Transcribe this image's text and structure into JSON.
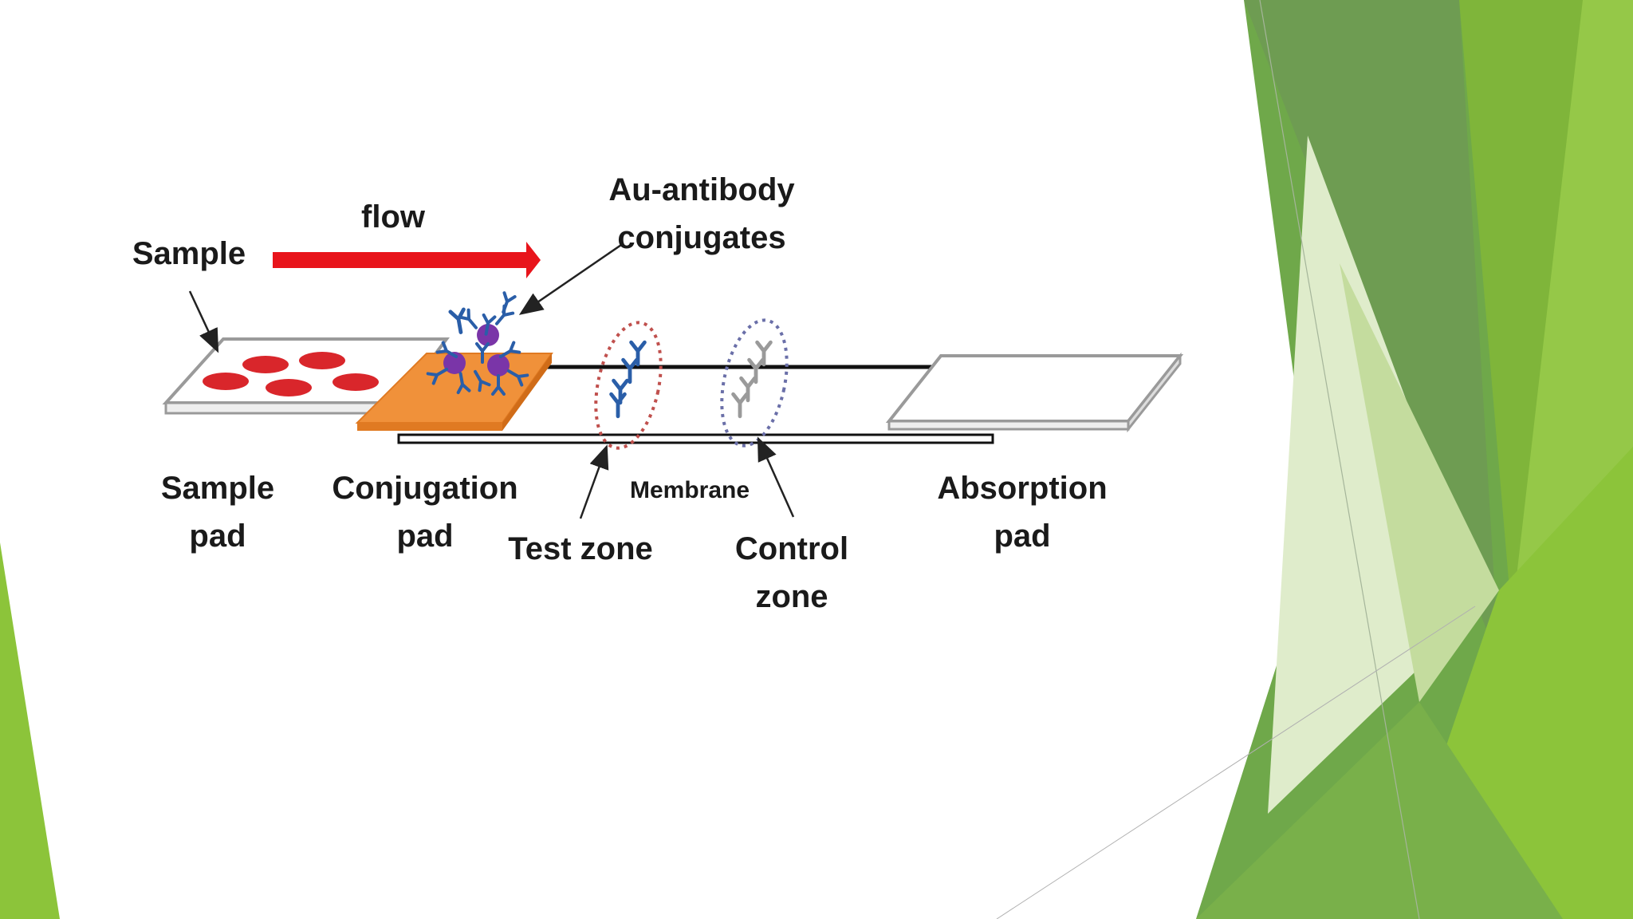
{
  "diagram": {
    "labels": {
      "sample": "Sample",
      "flow": "flow",
      "au_antibody": "Au-antibody\nconjugates",
      "sample_pad": "Sample\npad",
      "conjugation_pad": "Conjugation\npad",
      "membrane": "Membrane",
      "test_zone": "Test zone",
      "control_zone": "Control\nzone",
      "absorption_pad": "Absorption\npad"
    },
    "colors": {
      "flow_arrow": "#e8141b",
      "sample_particles": "#d9262b",
      "conjugation_pad": "#f0913a",
      "antibody": "#2a5ea8",
      "gold_particle": "#7a35a8",
      "test_ring": "#c0504d",
      "control_ring": "#6a6fa8"
    }
  },
  "theme": {
    "accent_dark": "#5a9a38",
    "accent_light": "#8cc43a",
    "accent_pale": "#c9e0a8"
  }
}
